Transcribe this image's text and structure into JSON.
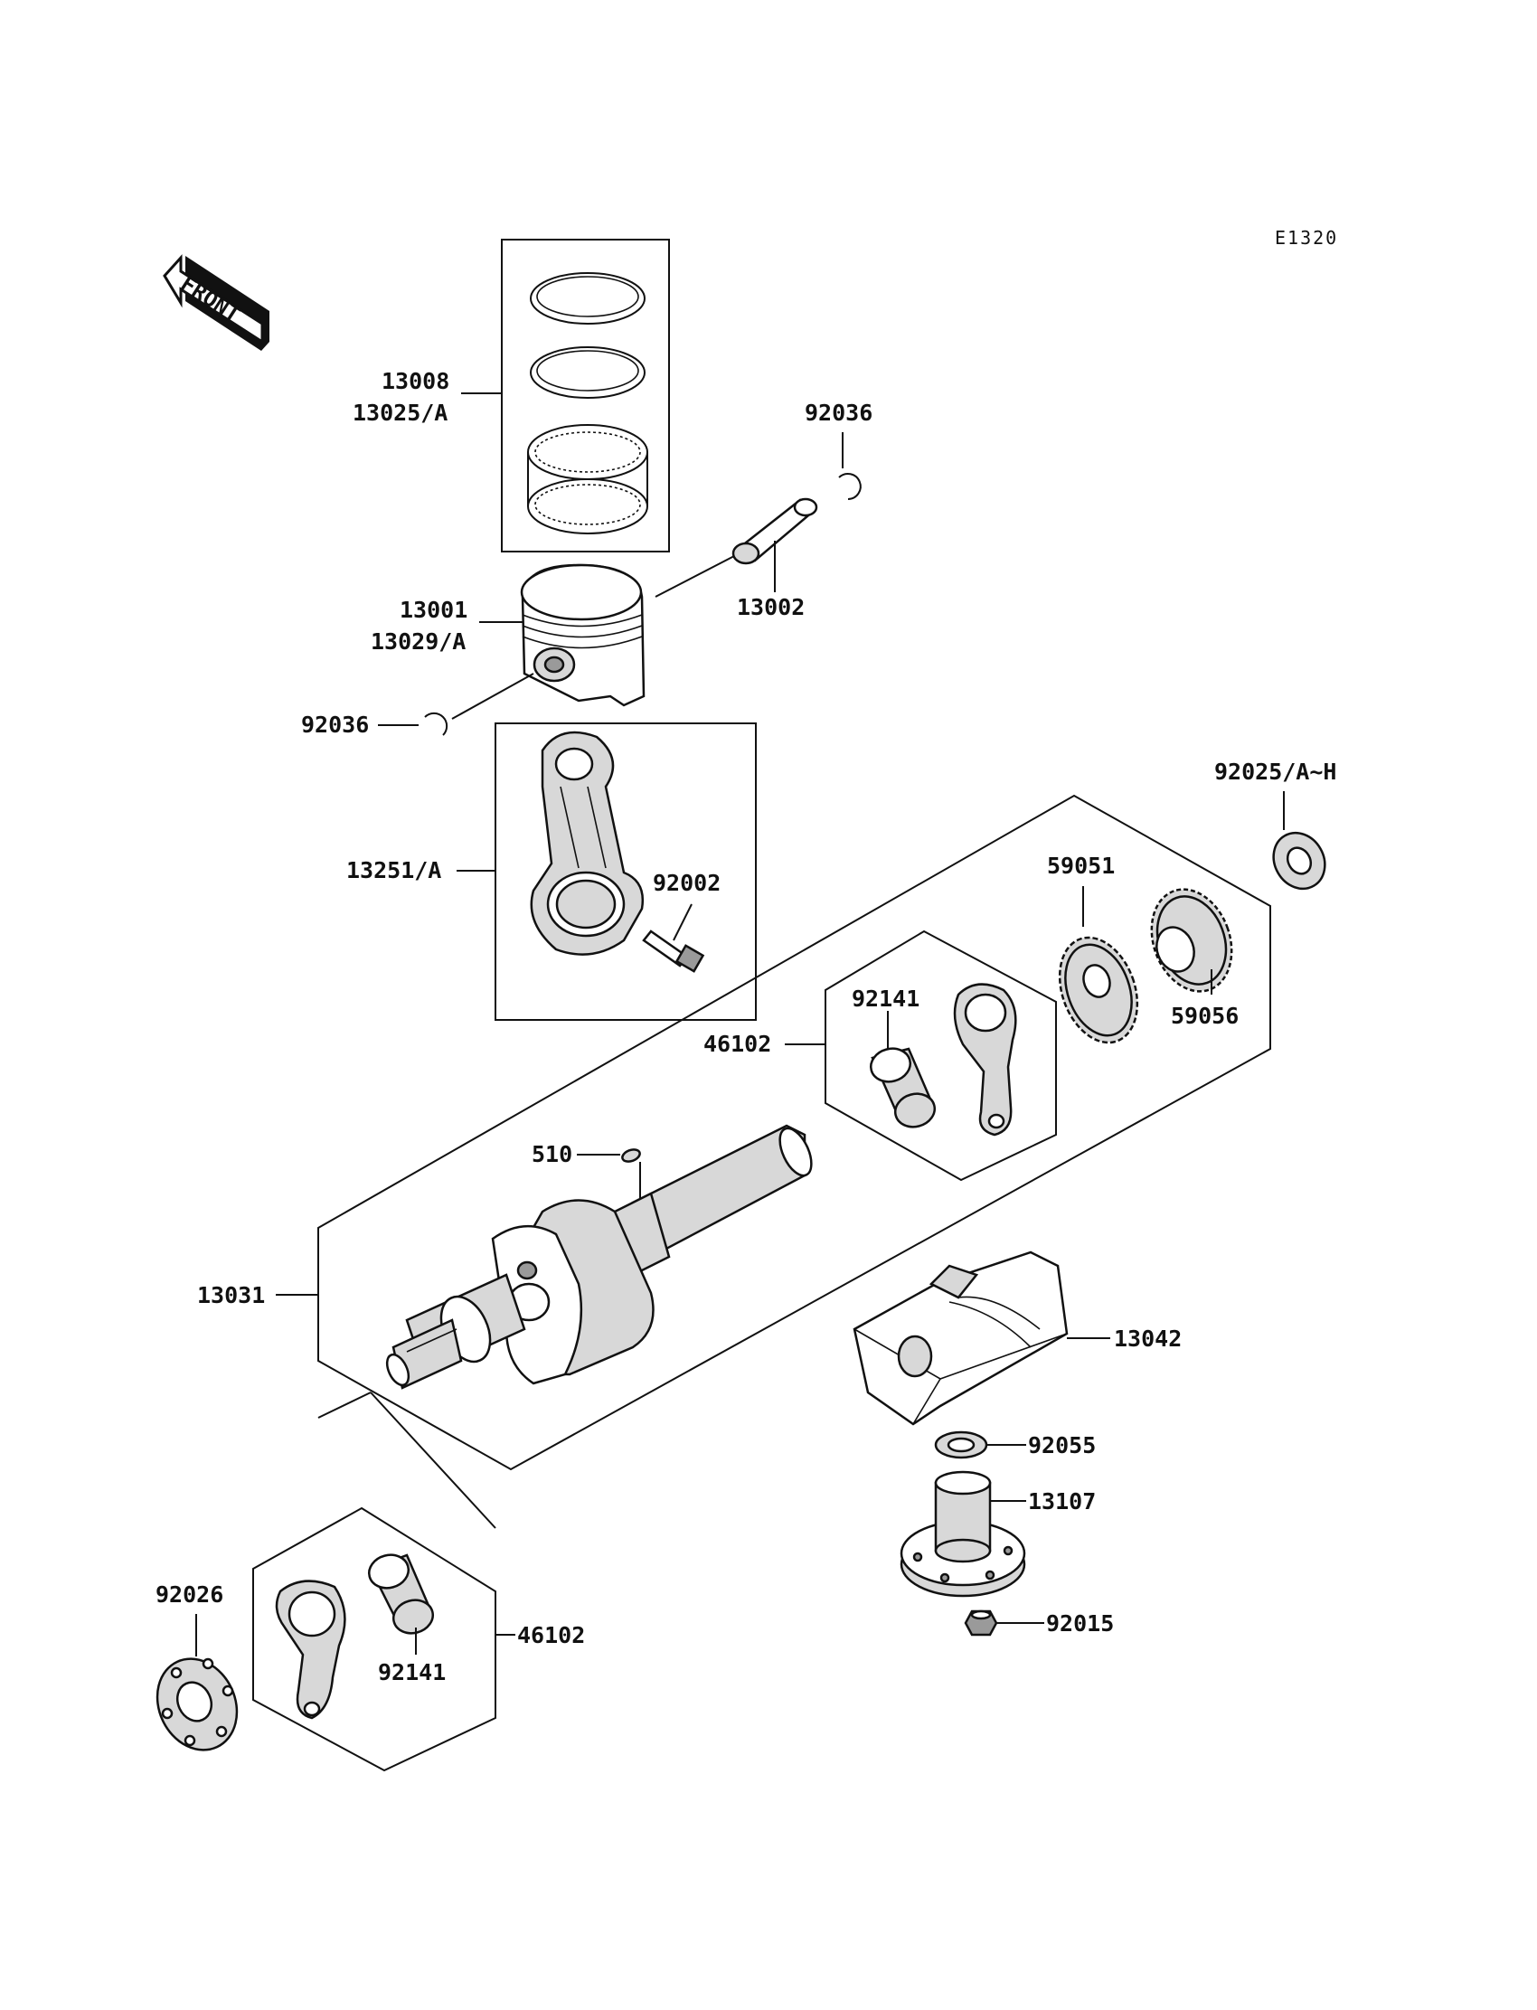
{
  "diagram_code": "E1320",
  "front_label": "FRONT",
  "labels": {
    "rings": [
      "13008",
      "13025/A"
    ],
    "clip_top": "92036",
    "pin": "13002",
    "piston": [
      "13001",
      "13029/A"
    ],
    "clip_left": "92036",
    "conrod": "13251/A",
    "conrod_bolt": "92002",
    "washer_top": "92025/A~H",
    "gear_small": "59051",
    "gear_helical": "59056",
    "bearing_upper": "92141",
    "balancer_upper": "46102",
    "key": "510",
    "crankshaft": "13031",
    "weight": "13042",
    "washer_mid": "92055",
    "shaft": "13107",
    "nut": "92015",
    "plate": "92026",
    "bearing_lower": "92141",
    "balancer_lower": "46102"
  }
}
